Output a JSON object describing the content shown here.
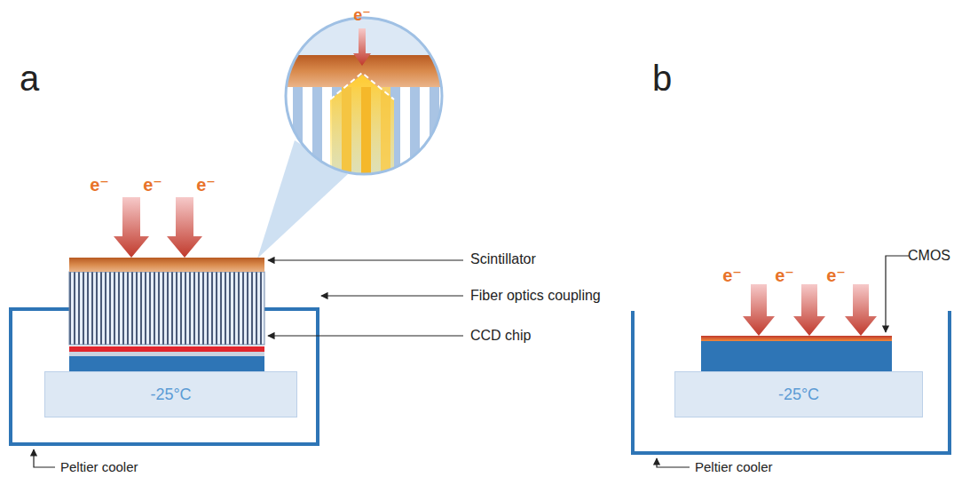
{
  "diagram": {
    "nodes": [
      {
        "text": [
          "-25°C"
        ]
      },
      {
        "text": [
          "-25°C"
        ]
      }
    ],
    "labels": [
      "a",
      "e⁻",
      "e⁻",
      "e⁻",
      "e⁻",
      "Scintillator",
      "Fiber optics coupling",
      "CCD chip",
      "Peltier cooler",
      "b",
      "e⁻",
      "e⁻",
      "e⁻",
      "CMOS",
      "Peltier cooler"
    ]
  }
}
